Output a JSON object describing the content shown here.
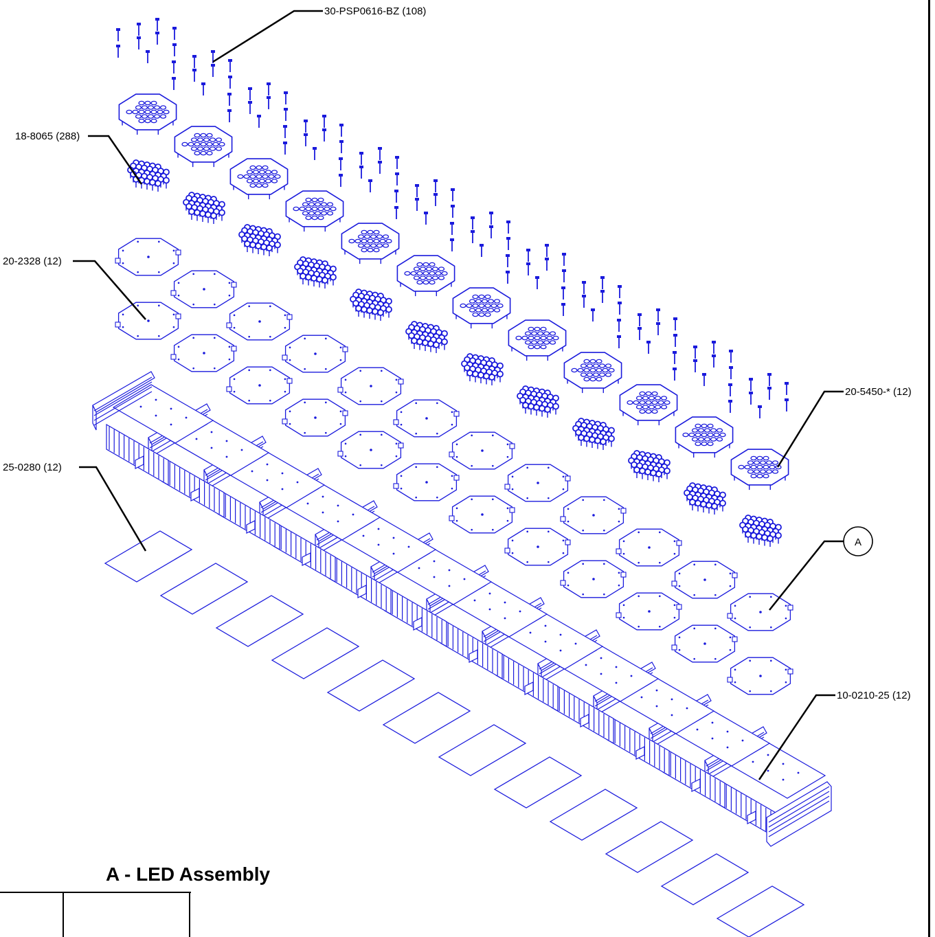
{
  "drawing": {
    "line_color": "#1a1adc",
    "ink_color": "#000000",
    "modules_per_row": 12,
    "callouts": {
      "screws": "30-PSP0616-BZ (108)",
      "leds": "18-8065 (288)",
      "led_board": "20-2328 (12)",
      "lens_plate": "20-5450-* (12)",
      "thermal_pad": "25-0280 (12)",
      "heatsink": "10-0210-25 (12)",
      "assembly_marker": "A"
    },
    "section_title": "A - LED Assembly"
  }
}
